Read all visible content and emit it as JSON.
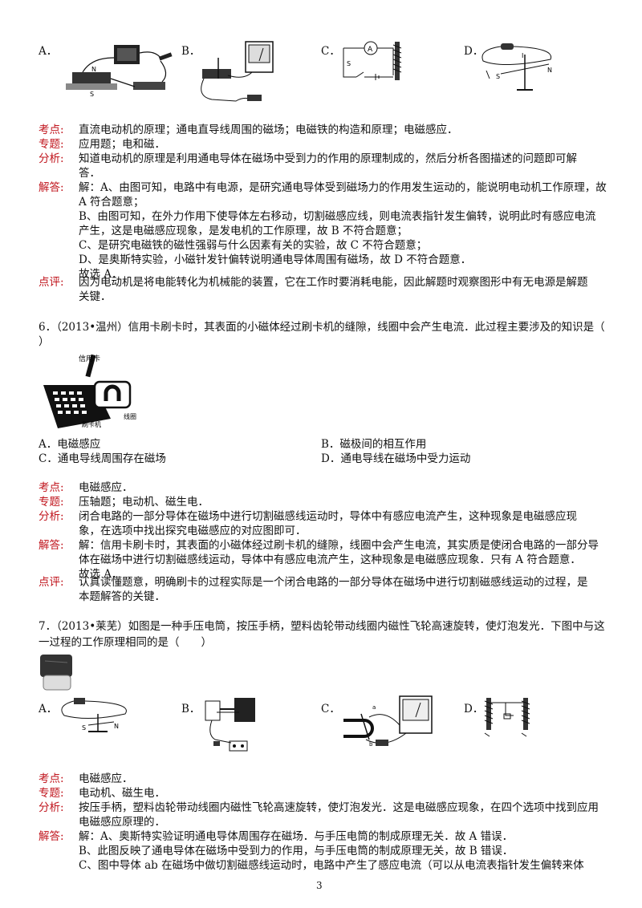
{
  "q5": {
    "options": [
      "A．",
      "B．",
      "C．",
      "D．"
    ],
    "analysis": {
      "kaodian_label": "考点:",
      "kaodian": "直流电动机的原理；通电直导线周围的磁场；电磁铁的构造和原理；电磁感应．",
      "zhuanti_label": "专题:",
      "zhuanti": "应用题；电和磁．",
      "fenxi_label": "分析:",
      "fenxi_1": "知道电动机的原理是利用通电导体在磁场中受到力的作用的原理制成的，然后分析各图描述的问题即可解",
      "fenxi_2": "答．",
      "jieda_label": "解答:",
      "jieda_1": "解：A、由图可知，电路中有电源，是研究通电导体受到磁场力的作用发生运动的，能说明电动机工作原理，故",
      "jieda_2": "A 符合题意；",
      "jieda_3": "B、由图可知，在外力作用下使导体左右移动，切割磁感应线，则电流表指针发生偏转，说明此时有感应电流",
      "jieda_4": "产生，这是电磁感应现象，是发电机的工作原理，故 B 不符合题意；",
      "jieda_5": "C、是研究电磁铁的磁性强弱与什么因素有关的实验，故 C 不符合题意；",
      "jieda_6": "D、是奥斯特实验，小磁针发针偏转说明通电导体周围有磁场，故 D 不符合题意．",
      "jieda_7": "故选 A．",
      "dianping_label": "点评:",
      "dianping_1": "因为电动机是将电能转化为机械能的装置，它在工作时要消耗电能，因此解题时观察图形中有无电源是解题",
      "dianping_2": "关键．"
    }
  },
  "q6": {
    "stem_1": "6．（2013•温州）信用卡刷卡时，其表面的小磁体经过刷卡机的缝隙，线圈中会产生电流．此过程主要涉及的知识是（",
    "stem_2": "）",
    "figure_labels": [
      "信用卡",
      "刷卡机",
      "线圈"
    ],
    "options": {
      "A": "A．电磁感应",
      "B": "B．磁极间的相互作用",
      "C": "C．通电导线周围存在磁场",
      "D": "D．通电导线在磁场中受力运动"
    },
    "analysis": {
      "kaodian_label": "考点:",
      "kaodian": "电磁感应．",
      "zhuanti_label": "专题:",
      "zhuanti": "压轴题；电动机、磁生电．",
      "fenxi_label": "分析:",
      "fenxi_1": "闭合电路的一部分导体在磁场中进行切割磁感线运动时，导体中有感应电流产生，这种现象是电磁感应现",
      "fenxi_2": "象，在选项中找出探究电磁感应的对应图即可．",
      "jieda_label": "解答:",
      "jieda_1": "解：信用卡刷卡时，其表面的小磁体经过刷卡机的缝隙，线圈中会产生电流，其实质是使闭合电路的一部分导",
      "jieda_2": "体在磁场中进行切割磁感线运动，导体中有感应电流产生，这种现象是电磁感应现象．只有 A 符合题意．",
      "jieda_3": "故选 A．",
      "dianping_label": "点评:",
      "dianping_1": "认真读懂题意，明确刷卡的过程实际是一个闭合电路的一部分导体在磁场中进行切割磁感线运动的过程，是",
      "dianping_2": "本题解答的关键．"
    }
  },
  "q7": {
    "stem_1": "7．（2013•莱芜）如图是一种手压电筒，按压手柄，塑料齿轮带动线圈内磁性飞轮高速旋转，使灯泡发光．下图中与这",
    "stem_2": "一过程的工作原理相同的是（　　）",
    "options": [
      "A．",
      "B．",
      "C．",
      "D．"
    ],
    "analysis": {
      "kaodian_label": "考点:",
      "kaodian": "电磁感应．",
      "zhuanti_label": "专题:",
      "zhuanti": "电动机、磁生电．",
      "fenxi_label": "分析:",
      "fenxi_1": "按压手柄，塑料齿轮带动线圈内磁性飞轮高速旋转，使灯泡发光．这是电磁感应现象，在四个选项中找到应用",
      "fenxi_2": "电磁感应原理的．",
      "jieda_label": "解答:",
      "jieda_1": "解：A、奥斯特实验证明通电导体周围存在磁场．与手压电筒的制成原理无关．故 A 错误．",
      "jieda_2": "B、此图反映了通电导体在磁场中受到力的作用，与手压电筒的制成原理无关，故 B 错误．",
      "jieda_3": "C、图中导体 ab 在磁场中做切割磁感线运动时，电路中产生了感应电流（可以从电流表指针发生偏转来体"
    }
  },
  "page_number": "3",
  "colors": {
    "label_red": "#c0141c",
    "text": "#111111"
  }
}
